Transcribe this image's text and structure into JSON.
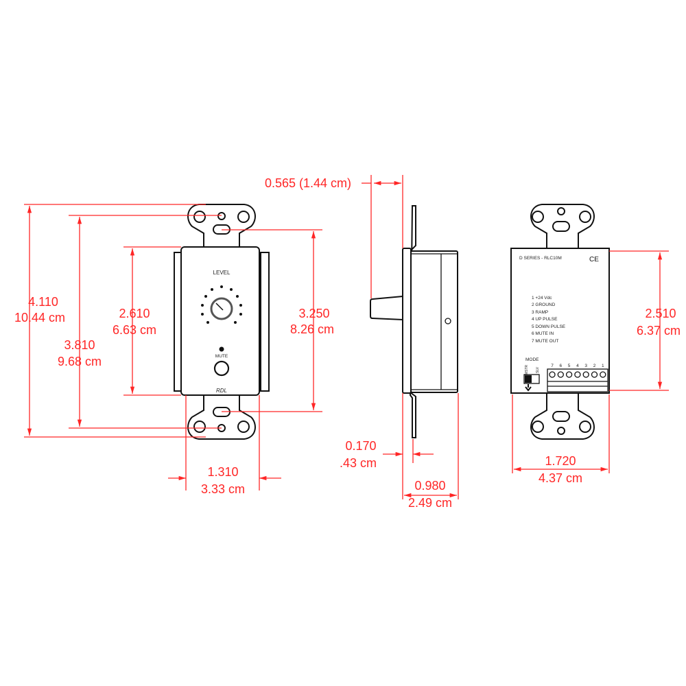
{
  "colors": {
    "dimension": "#ff2626",
    "outline": "#111111"
  },
  "front_view": {
    "level_label": "LEVEL",
    "mute_label": "MUTE",
    "brand": "RDL"
  },
  "back_view": {
    "model": "D SERIES - RLC10M",
    "ce_mark": "CE",
    "pins": [
      "1  +24 Vdc",
      "2  GROUND",
      "3  RAMP",
      "4  UP PULSE",
      "5  DOWN PULSE",
      "6  MUTE IN",
      "7  MUTE OUT"
    ],
    "mode_label": "MODE",
    "switch_left": "MSTR",
    "switch_right": "SLV",
    "terminal_numbers": [
      "7",
      "6",
      "5",
      "4",
      "3",
      "2",
      "1"
    ]
  },
  "dimensions": {
    "overall_height": {
      "in": "4.110",
      "cm": "10.44 cm"
    },
    "screw_spacing": {
      "in": "3.810",
      "cm": "9.68 cm"
    },
    "faceplate_height": {
      "in": "2.610",
      "cm": "6.63 cm"
    },
    "slot_spacing": {
      "in": "3.250",
      "cm": "8.26 cm"
    },
    "faceplate_width": {
      "in": "1.310",
      "cm": "3.33 cm"
    },
    "knob_depth": {
      "text": "0.565 (1.44 cm)"
    },
    "flange_offset": {
      "in": "0.170",
      "cm": ".43 cm"
    },
    "depth": {
      "in": "0.980",
      "cm": "2.49 cm"
    },
    "back_height": {
      "in": "2.510",
      "cm": "6.37 cm"
    },
    "back_width": {
      "in": "1.720",
      "cm": "4.37 cm"
    }
  }
}
